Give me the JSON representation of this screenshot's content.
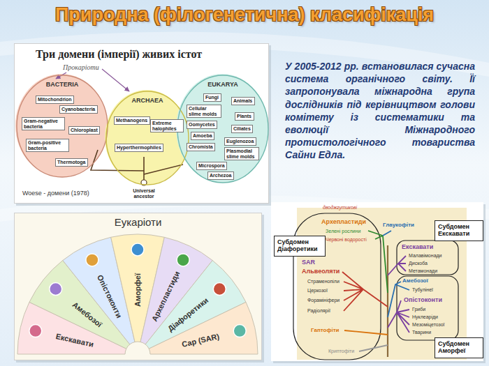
{
  "diagram": {
    "title": "Природна (філогенетична) класифікація",
    "nodes": [
      {
        "text": [
          "Три домени (імперії) живих істот"
        ]
      },
      {
        "text": [
          "BACTERIA"
        ],
        "in": 0
      },
      {
        "text": [
          "Mitochondrion"
        ],
        "in": 1
      },
      {
        "text": [
          "Cyanobacteria"
        ],
        "in": 1
      },
      {
        "text": [
          "Gram-negative bacteria"
        ],
        "in": 1
      },
      {
        "text": [
          "Chloroplast"
        ],
        "in": 1
      },
      {
        "text": [
          "Gram-positive bacteria"
        ],
        "in": 1
      },
      {
        "text": [
          "Thermotoga"
        ],
        "in": 1
      },
      {
        "text": [
          "ARCHAEA"
        ],
        "in": 0
      },
      {
        "text": [
          "Methanogens"
        ],
        "in": 8
      },
      {
        "text": [
          "Extreme halophiles"
        ],
        "in": 8
      },
      {
        "text": [
          "Hyperthermophiles"
        ],
        "in": 8
      },
      {
        "text": [
          "EUKARYA"
        ],
        "in": 0
      },
      {
        "text": [
          "Fungi"
        ],
        "in": 12
      },
      {
        "text": [
          "Animals"
        ],
        "in": 12
      },
      {
        "text": [
          "Cellular slime molds"
        ],
        "in": 12
      },
      {
        "text": [
          "Oomycetes"
        ],
        "in": 12
      },
      {
        "text": [
          "Plants"
        ],
        "in": 12
      },
      {
        "text": [
          "Amoeba"
        ],
        "in": 12
      },
      {
        "text": [
          "Ciliates"
        ],
        "in": 12
      },
      {
        "text": [
          "Chromista"
        ],
        "in": 12
      },
      {
        "text": [
          "Euglenozoa"
        ],
        "in": 12
      },
      {
        "text": [
          "Plasmodial slime molds"
        ],
        "in": 12
      },
      {
        "text": [
          "Microspora"
        ],
        "in": 12
      },
      {
        "text": [
          "Archezoa"
        ],
        "in": 12
      },
      {
        "text": [
          "Еукаріоти"
        ]
      },
      {
        "text": [
          "Субдомен Діафоретики"
        ]
      },
      {
        "text": [
          "Субдомен Екскавати"
        ]
      },
      {
        "text": [
          "Субдомен Аморфеї"
        ]
      }
    ],
    "labels": [
      "Прокаріоти",
      "Universal ancestor",
      "Woese - домени (1978)",
      "У 2005-2012 рр. встановилася сучасна система органічного світу. Її запропонувала міжнародна група дослідників під керівництвом голови комітету із систематики та еволюції Міжнародного протистологічного товариства Сайни Едла.",
      "Екскавати",
      "Амебозої",
      "Опістоконти",
      "Аморфеї",
      "Архепластиди",
      "Діафоретики",
      "Сар (SAR)",
      "дводжгутикові",
      "Архепластиди",
      "Зелені рослини",
      "Червоні водорості",
      "Глаукофіти",
      "SAR",
      "Альвеоляти",
      "Страменопіли",
      "Церкозої",
      "Форамініфери",
      "Радіолярії",
      "Гаптофіти",
      "Криптофіти",
      "Екскавати",
      "Малавімонади",
      "Дискоба",
      "Метамонади",
      "Амебозої",
      "Тубулінеї",
      "Опістоконти",
      "Гриби",
      "Нуклеаріди",
      "Мезоміцетозої",
      "Тварини"
    ]
  }
}
